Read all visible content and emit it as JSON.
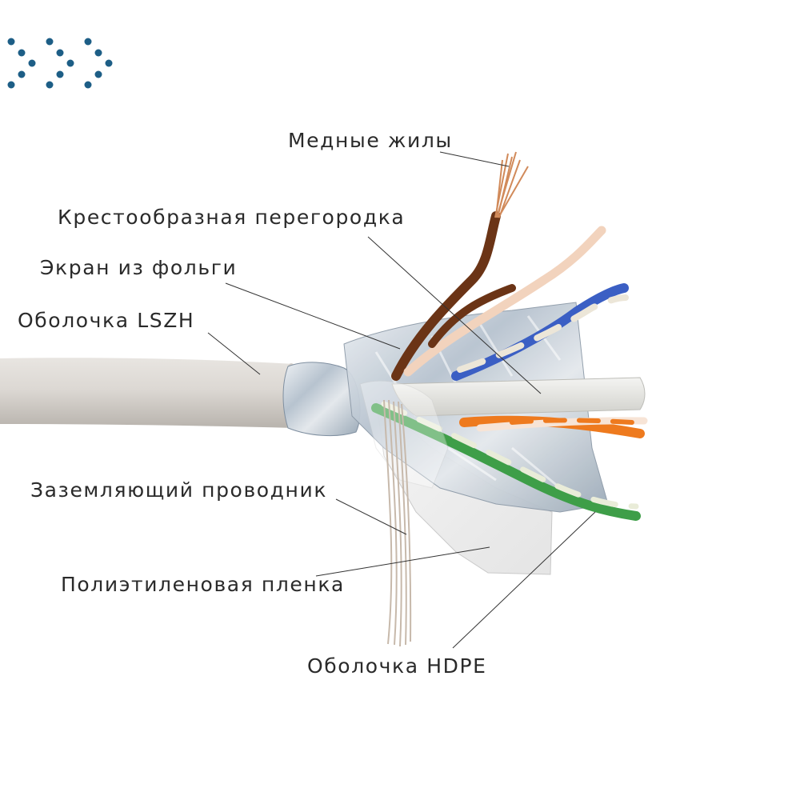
{
  "brand": {
    "logo_icon": "chevron-dots-logo-icon",
    "logo_color": "#1d5e86"
  },
  "labels": {
    "copper_cores": "Медные жилы",
    "cross_separator": "Крестообразная перегородка",
    "foil_shield": "Экран из фольги",
    "lszh_jacket": "Оболочка LSZH",
    "ground_wire": "Заземляющий проводник",
    "pe_film": "Полиэтиленовая пленка",
    "hdpe_insulation": "Оболочка HDPE"
  },
  "colors": {
    "jacket": "#dcd8d3",
    "foil": "#b9c4cf",
    "pair_brown": "#6b3416",
    "pair_blue": "#3b5fc4",
    "pair_orange": "#ee7a1e",
    "pair_green": "#3e9e48",
    "copper": "#d18a5a",
    "leader_line": "#333333"
  }
}
